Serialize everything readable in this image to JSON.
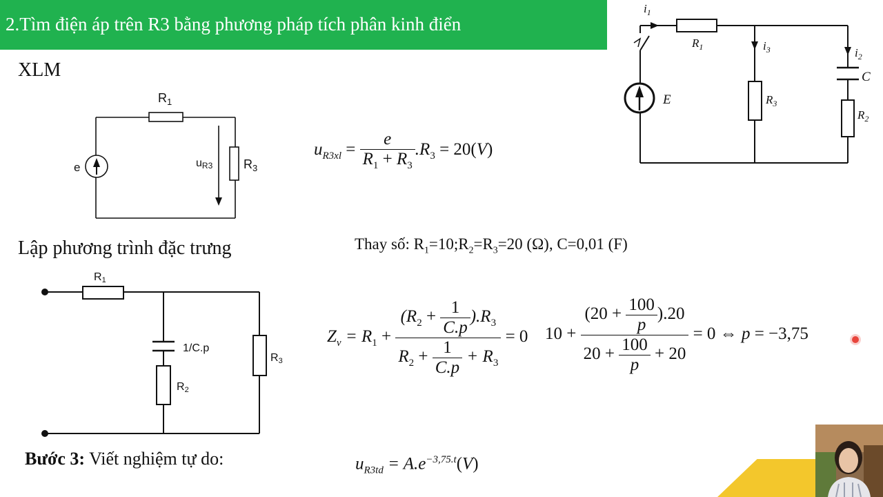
{
  "title": "2.Tìm điện áp trên R3 bằng phương pháp tích phân kinh điển",
  "sections": {
    "xlm": "XLM",
    "characteristic": "Lập phương trình đặc trưng",
    "step3_label": "Bước 3:",
    "step3_text": " Viết nghiệm tự do:"
  },
  "substitution": {
    "prefix": "Thay số: R",
    "s1": "1",
    "t1": "=10;R",
    "s2": "2",
    "t2": "=R",
    "s3": "3",
    "t3": "=20 (Ω), C=0,01 (F)"
  },
  "circuit_top": {
    "r1": "R",
    "r1_sub": "1",
    "r3": "R",
    "r3_sub": "3",
    "u": "u",
    "u_sub": "R3",
    "source": "e"
  },
  "circuit_bottom": {
    "r1": "R",
    "r1_sub": "1",
    "c": "1/C.p",
    "r2": "R",
    "r2_sub": "2",
    "r3": "R",
    "r3_sub": "3"
  },
  "circuit_right": {
    "i1": "i",
    "i1_sub": "1",
    "i2": "i",
    "i2_sub": "2",
    "i3": "i",
    "i3_sub": "3",
    "r1": "R",
    "r1_sub": "1",
    "r2": "R",
    "r2_sub": "2",
    "r3": "R",
    "r3_sub": "3",
    "c": "C",
    "e": "E"
  },
  "eq_xl": {
    "lhs": "u",
    "lhs_sub": "R3xl",
    "num": "e",
    "den_a": "R",
    "den_a_sub": "1",
    "den_plus": " + ",
    "den_b": "R",
    "den_b_sub": "3",
    "tail_a": ".R",
    "tail_sub": "3",
    "tail_b": " = 20(",
    "tail_v": "V",
    "tail_c": ")"
  },
  "eq_zv": {
    "lhs": "Z",
    "lhs_sub": "v",
    "eq_r1": " = R",
    "eq_r1_sub": "1",
    "plus": " + ",
    "num_open": "(R",
    "num_open_sub": "2",
    "num_plus": " + ",
    "frac1_num": "1",
    "frac1_den": "C.p",
    "num_close": ").R",
    "num_close_sub": "3",
    "den_r2": "R",
    "den_r2_sub": "2",
    "den_plus": " + ",
    "frac2_num": "1",
    "frac2_den": "C.p",
    "den_plus2": " + R",
    "den_r3_sub": "3",
    "rhs": " = 0"
  },
  "eq_num": {
    "lead": "10 + ",
    "num_open": "(20 + ",
    "f1_num": "100",
    "f1_den": "p",
    "num_close": ").20",
    "den_open": "20 + ",
    "f2_num": "100",
    "f2_den": "p",
    "den_close": " + 20",
    "rhs": " = 0 ⇔ ",
    "p": "p",
    "result": " = −3,75"
  },
  "eq_td": {
    "lhs": "u",
    "lhs_sub": "R3td",
    "eq": " = A.e",
    "exp": "−3,75.t",
    "tail_open": "(",
    "tail_v": "V",
    "tail_close": ")"
  },
  "colors": {
    "banner": "#20b24f",
    "accent": "#f3c72c",
    "pointer": "#e8453c"
  }
}
